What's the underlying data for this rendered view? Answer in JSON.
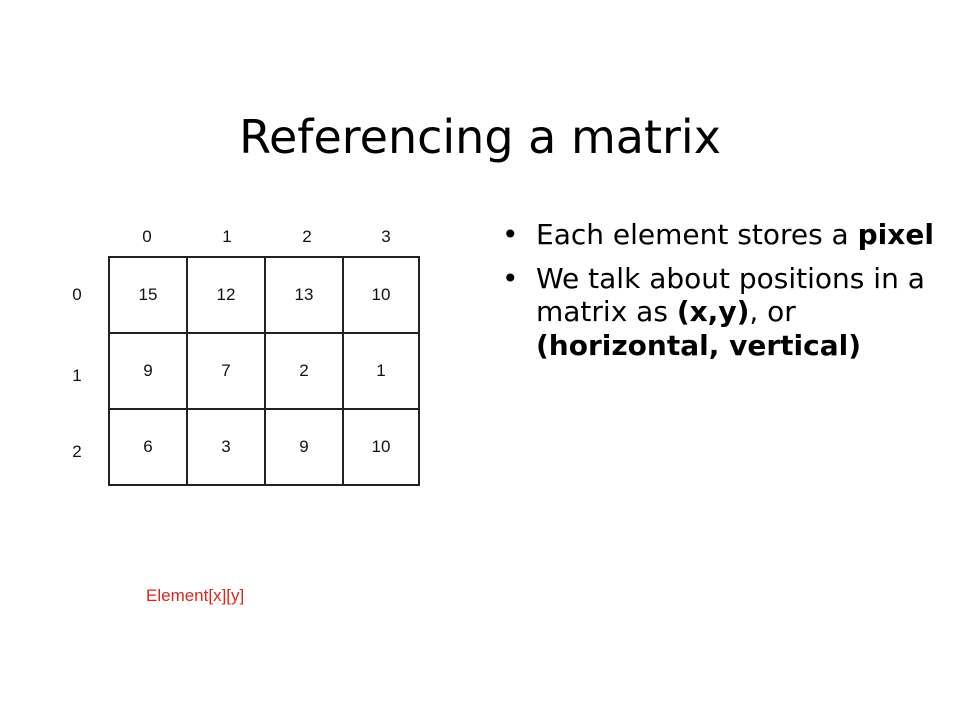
{
  "slide": {
    "title": "Referencing a matrix",
    "caption": "Element[x][y]"
  },
  "matrix": {
    "column_indices": [
      "0",
      "1",
      "2",
      "3"
    ],
    "row_indices": [
      "0",
      "1",
      "2"
    ],
    "rows": [
      [
        "15",
        "12",
        "13",
        "10"
      ],
      [
        "9",
        "7",
        "2",
        "1"
      ],
      [
        "6",
        "3",
        "9",
        "10"
      ]
    ]
  },
  "bullets": [
    {
      "marker": "•",
      "text_1": "Each element stores a ",
      "bold_1": "pixel"
    },
    {
      "marker": "•",
      "text_1": "We talk about positions in a matrix as ",
      "bold_1": "(x,y)",
      "text_2": ", or ",
      "bold_2": "(horizontal, vertical)"
    }
  ],
  "colors": {
    "caption": "#e0241b",
    "text": "#000000",
    "grid_lines": "#222222"
  }
}
